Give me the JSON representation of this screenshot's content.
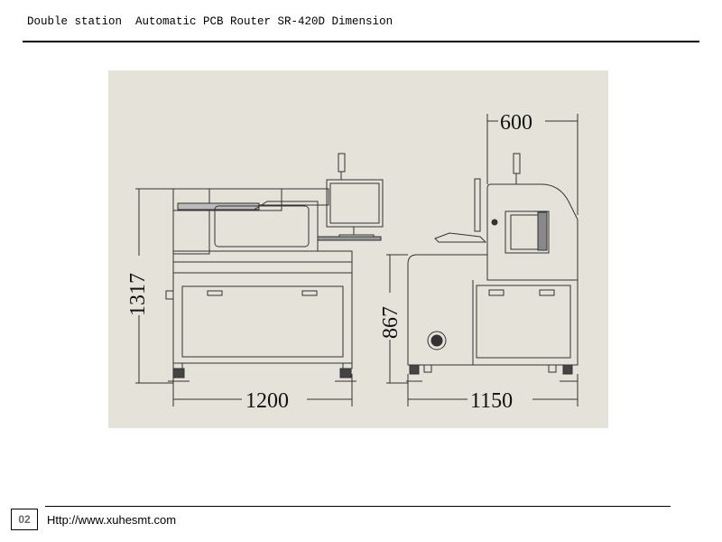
{
  "header": {
    "title": "Double station  Automatic PCB Router SR-420D Dimension"
  },
  "drawing": {
    "front_view": {
      "height_dim": "1317",
      "width_dim": "1200"
    },
    "side_view": {
      "top_width_dim": "600",
      "height_dim": "867",
      "width_dim": "1150"
    }
  },
  "footer": {
    "page_number": "02",
    "url": "Http://www.xuhesmt.com"
  }
}
